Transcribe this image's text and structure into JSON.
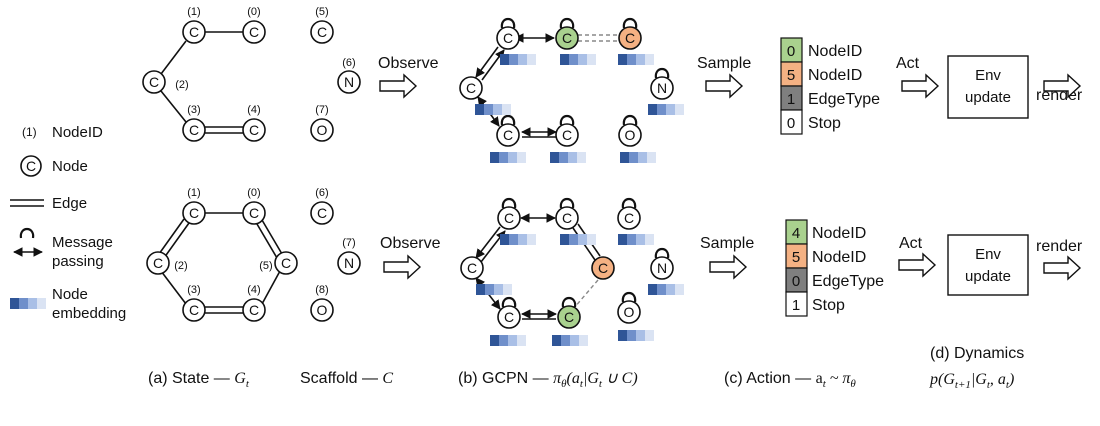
{
  "legend": {
    "nodeid_sample": "(1)",
    "nodeid_label": "NodeID",
    "node_label": "Node",
    "edge_label": "Edge",
    "message_label_1": "Message",
    "message_label_2": "passing",
    "embedding_label_1": "Node",
    "embedding_label_2": "embedding"
  },
  "graphs": {
    "top": {
      "ids": [
        "(1)",
        "(0)",
        "(5)",
        "(2)",
        "(6)",
        "(3)",
        "(4)",
        "(7)"
      ],
      "atoms": [
        "C",
        "C",
        "C",
        "C",
        "N",
        "C",
        "C",
        "O"
      ]
    },
    "bottom": {
      "ids": [
        "(1)",
        "(0)",
        "(6)",
        "(2)",
        "(5)",
        "(7)",
        "(3)",
        "(4)",
        "(8)"
      ],
      "atoms": [
        "C",
        "C",
        "C",
        "C",
        "C",
        "N",
        "C",
        "C",
        "O"
      ]
    }
  },
  "flow": {
    "observe": "Observe",
    "sample": "Sample",
    "act": "Act",
    "render": "render",
    "env_line1": "Env",
    "env_line2": "update"
  },
  "action_top": [
    {
      "value": "0",
      "label": "NodeID",
      "color": "#a9d18e"
    },
    {
      "value": "5",
      "label": "NodeID",
      "color": "#f4b183"
    },
    {
      "value": "1",
      "label": "EdgeType",
      "color": "#7f7f7f"
    },
    {
      "value": "0",
      "label": "Stop",
      "color": "#ffffff"
    }
  ],
  "action_bottom": [
    {
      "value": "4",
      "label": "NodeID",
      "color": "#a9d18e"
    },
    {
      "value": "5",
      "label": "NodeID",
      "color": "#f4b183"
    },
    {
      "value": "0",
      "label": "EdgeType",
      "color": "#7f7f7f"
    },
    {
      "value": "1",
      "label": "Stop",
      "color": "#ffffff"
    }
  ],
  "captions": {
    "a_prefix": "(a) State — ",
    "a_math": "G",
    "a_sub": "t",
    "a_scaffold": "Scaffold — ",
    "a_scaffold_math": "C",
    "b_prefix": "(b) GCPN — ",
    "b_math": "π",
    "b_sub": "θ",
    "b_rest": "(a",
    "b_rest_sub": "t",
    "b_rest2": "|G",
    "b_rest2_sub": "t",
    "b_rest3": " ∪ C)",
    "c_prefix": "(c) Action — ",
    "c_math": "a",
    "c_sub": "t",
    "c_mid": " ~ π",
    "c_mid_sub": "θ",
    "d_line1": "(d) Dynamics",
    "d_p": "p(G",
    "d_p_sub": "t+1",
    "d_p_mid": "|G",
    "d_p_mid_sub": "t",
    "d_p_end": ", a",
    "d_p_end_sub": "t",
    "d_p_close": ")"
  },
  "colors": {
    "green": "#a9d18e",
    "orange": "#f4b183",
    "embed_dark": "#2f5597",
    "embed_mid": "#8faadc",
    "embed_light": "#dae3f3"
  }
}
